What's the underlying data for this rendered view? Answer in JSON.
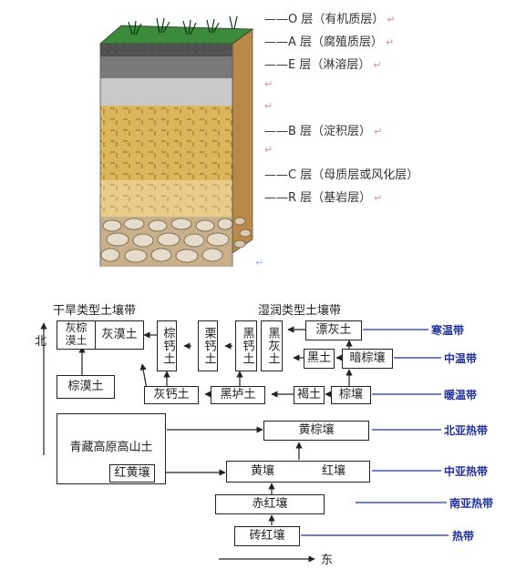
{
  "horizons": [
    {
      "label": "——O 层（有机质层）"
    },
    {
      "label": "——A 层（腐殖质层）"
    },
    {
      "label": "——E 层（淋溶层）"
    },
    {
      "label": "——B 层（淀积层）"
    },
    {
      "label": "——C 层（母质层或风化层）"
    },
    {
      "label": "——R 层（基岩层）"
    }
  ],
  "return_mark": "↵",
  "headers": {
    "arid": "干旱类型土壤带",
    "humid": "湿润类型土壤带"
  },
  "axis": {
    "north": "北",
    "east": "东"
  },
  "soils": {
    "huimo": "灰棕漠土",
    "huimotu": "灰漠土",
    "zonggaitu": "棕钙土",
    "ligaitu": "栗钙土",
    "heigaitu": "黑钙土",
    "heihuitu": "黑灰土",
    "piaohuitu": "漂灰土",
    "heitu": "黑土",
    "anzongrang": "暗棕壤",
    "zongmotu": "棕漠土",
    "huigaitu": "灰钙土",
    "heilutu": "黑垆土",
    "hetu": "褐土",
    "zongrang": "棕壤",
    "qingzang": "青藏高原高山土",
    "hongzongrang": "红黄壤",
    "huangzongrang": "黄棕壤",
    "huangrang": "黄壤",
    "hongrang": "红壤",
    "chihongrang": "赤红壤",
    "zhuanhongrang": "砖红壤"
  },
  "zones": {
    "cold_temperate": "寒温带",
    "mid_temperate": "中温带",
    "warm_temperate": "暖温带",
    "north_subtropical": "北亚热带",
    "mid_subtropical": "中亚热带",
    "south_subtropical": "南亚热带",
    "tropical": "热带"
  },
  "colors": {
    "zone_line": "#2233aa",
    "zone_text": "#1f2ea0",
    "box_border": "#222222"
  }
}
